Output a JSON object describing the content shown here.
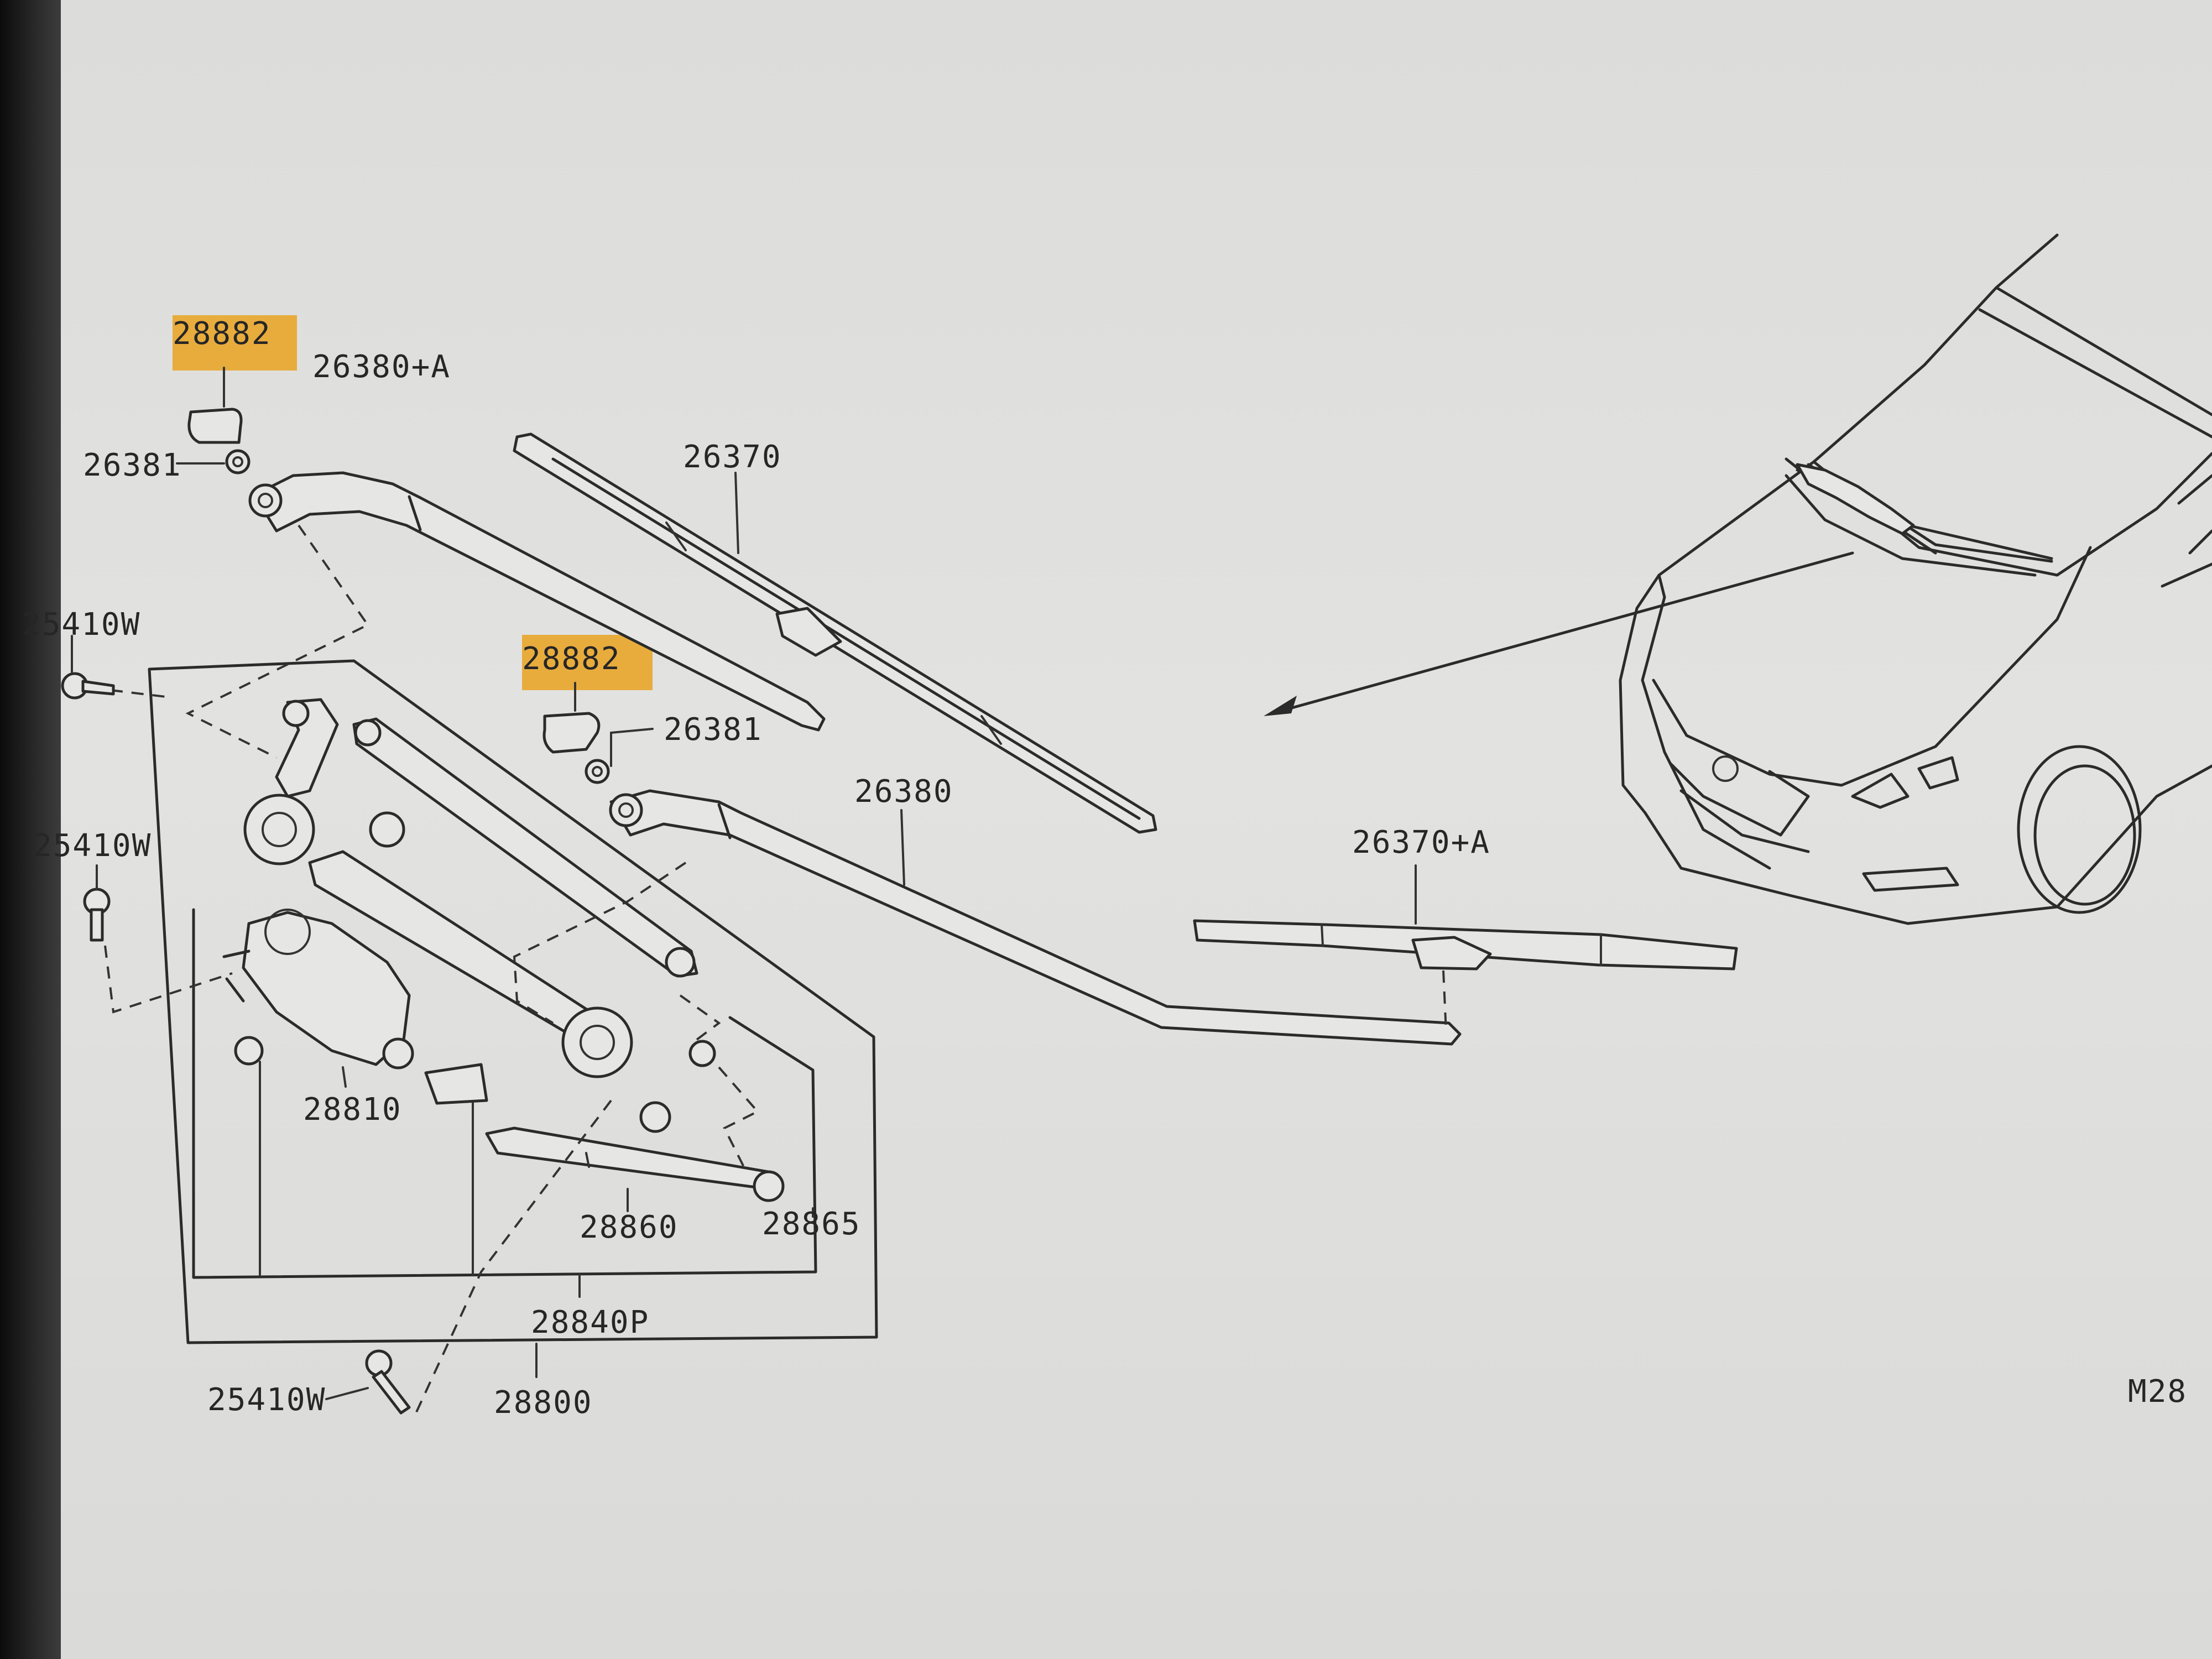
{
  "diagram": {
    "labels": {
      "clip_upper": "28882",
      "clip_lower": "28882",
      "arm_assist": "26380+A",
      "arm_driver": "26380",
      "blade_driver": "26370",
      "blade_assist": "26370+A",
      "nut_upper": "26381",
      "nut_lower": "26381",
      "bolt_top": "25410W",
      "bolt_mid": "25410W",
      "bolt_bottom": "25410W",
      "motor": "28810",
      "link_rod": "28860",
      "link_joint": "28865",
      "linkage_assy": "28840P",
      "wiper_assy": "28800",
      "figure_code": "M28"
    },
    "highlight_color": "#e8a72f",
    "highlighted_parts": [
      "clip_upper",
      "clip_lower"
    ]
  }
}
